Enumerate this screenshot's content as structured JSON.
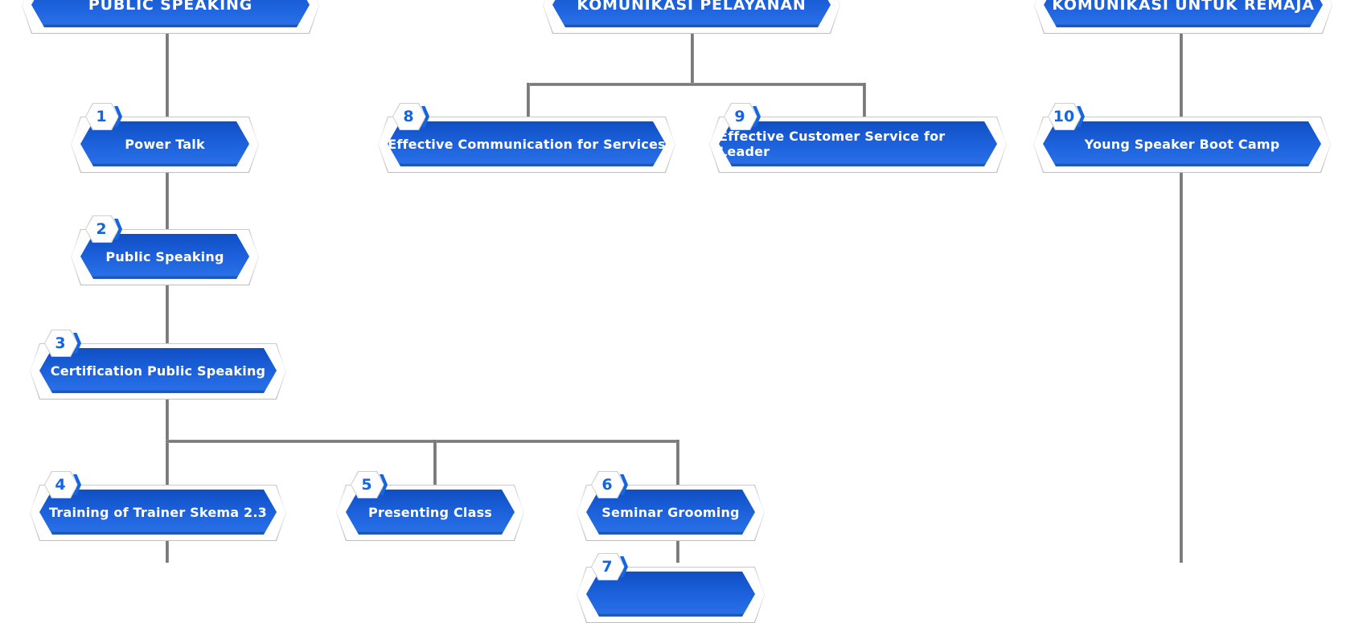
{
  "diagram": {
    "headers": [
      {
        "id": "public-speaking",
        "label": "PUBLIC SPEAKING"
      },
      {
        "id": "komunikasi-pelayanan",
        "label": "KOMUNIKASI PELAYANAN"
      },
      {
        "id": "komunikasi-untuk-remaja",
        "label": "KOMUNIKASI UNTUK REMAJA"
      }
    ],
    "nodes": [
      {
        "number": "1",
        "label": "Power Talk",
        "group": "PUBLIC SPEAKING"
      },
      {
        "number": "2",
        "label": "Public Speaking",
        "group": "PUBLIC SPEAKING"
      },
      {
        "number": "3",
        "label": "Certification Public Speaking",
        "group": "PUBLIC SPEAKING"
      },
      {
        "number": "4",
        "label": "Training of Trainer Skema 2.3",
        "group": "PUBLIC SPEAKING"
      },
      {
        "number": "5",
        "label": "Presenting Class",
        "group": "PUBLIC SPEAKING"
      },
      {
        "number": "6",
        "label": "Seminar Grooming",
        "group": "PUBLIC SPEAKING"
      },
      {
        "number": "7",
        "label": "",
        "group": "PUBLIC SPEAKING"
      },
      {
        "number": "8",
        "label": "Effective Communication for Services",
        "group": "KOMUNIKASI PELAYANAN"
      },
      {
        "number": "9",
        "label": "Effective Customer Service for Leader",
        "group": "KOMUNIKASI PELAYANAN"
      },
      {
        "number": "10",
        "label": "Young Speaker Boot Camp",
        "group": "KOMUNIKASI UNTUK REMAJA"
      }
    ],
    "edges": [
      [
        "PUBLIC SPEAKING",
        "1"
      ],
      [
        "1",
        "2"
      ],
      [
        "2",
        "3"
      ],
      [
        "3",
        "4"
      ],
      [
        "3",
        "5"
      ],
      [
        "3",
        "6"
      ],
      [
        "6",
        "7"
      ],
      [
        "KOMUNIKASI PELAYANAN",
        "8"
      ],
      [
        "KOMUNIKASI PELAYANAN",
        "9"
      ],
      [
        "KOMUNIKASI UNTUK REMAJA",
        "10"
      ]
    ],
    "colors": {
      "node_fill": "#1b5fd9",
      "badge_text": "#1565e0",
      "connector": "#7a7a7a",
      "text": "#ffffff"
    }
  }
}
